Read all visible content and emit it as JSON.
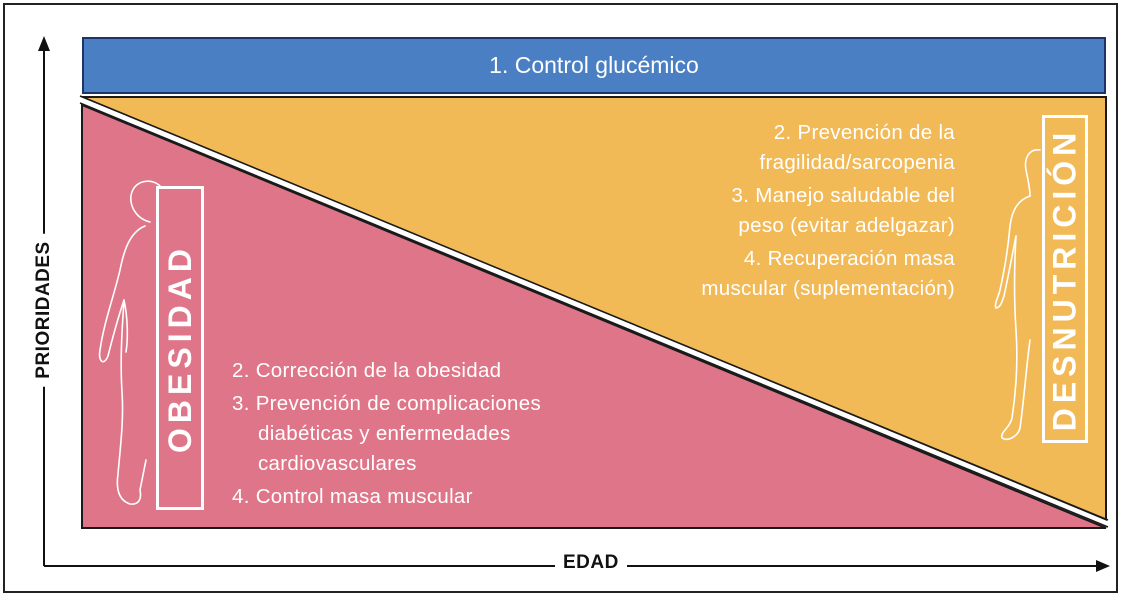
{
  "axes": {
    "y_label": "PRIORIDADES",
    "x_label": "EDAD"
  },
  "top_band": {
    "label": "1. Control glucémico",
    "color": "#4a7fc4"
  },
  "obesity": {
    "title": "OBESIDAD",
    "color": "#df7588",
    "icon": "human-silhouette-obese-icon",
    "items": [
      "2. Corrección de la obesidad",
      "3. Prevención de complicaciones diabéticas y enfermedades cardiovasculares",
      "4. Control masa muscular"
    ]
  },
  "malnutrition": {
    "title": "DESNUTRICIÓN",
    "color": "#f2b957",
    "icon": "human-silhouette-thin-icon",
    "items": [
      "2. Prevención de la fragilidad/sarcopenia",
      "3. Manejo saludable del peso (evitar adelgazar)",
      "4. Recuperación masa muscular (suplementación)"
    ]
  }
}
